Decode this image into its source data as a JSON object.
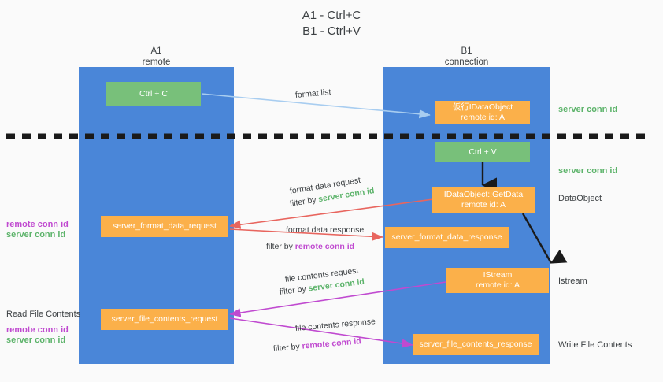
{
  "title": {
    "line1": "A1 - Ctrl+C",
    "line2": "B1 - Ctrl+V"
  },
  "colors": {
    "lane": "#4a86d8",
    "node_green": "#78c07a",
    "node_orange": "#fbb04a",
    "server_conn_id": "#5cb36a",
    "remote_conn_id": "#c04ad0",
    "arrow_light_blue": "#a8cdf0",
    "arrow_red": "#e8655e",
    "arrow_magenta": "#c04ad0",
    "arrow_black": "#1a1a1a",
    "background": "#fafafa"
  },
  "lanes": [
    {
      "name": "A1",
      "sub": "remote"
    },
    {
      "name": "B1",
      "sub": "connection"
    }
  ],
  "nodes": {
    "ctrl_c": {
      "line1": "Ctrl + C",
      "line2": ""
    },
    "idataobject_create": {
      "line1": "仮行IDataObject",
      "line2": "remote id: A"
    },
    "ctrl_v": {
      "line1": "Ctrl + V",
      "line2": ""
    },
    "getdata": {
      "line1": "IDataObject::GetData",
      "line2": "remote id: A"
    },
    "istream": {
      "line1": "IStream",
      "line2": "remote id: A"
    },
    "format_data_request": {
      "line1": "server_format_data_request",
      "line2": ""
    },
    "format_data_response": {
      "line1": "server_format_data_response",
      "line2": ""
    },
    "file_contents_request": {
      "line1": "server_file_contents_request",
      "line2": ""
    },
    "file_contents_response": {
      "line1": "server_file_contents_response",
      "line2": ""
    }
  },
  "right_labels": {
    "server_conn_id_1": "server conn id",
    "server_conn_id_2": "server conn id",
    "dataobject": "DataObject",
    "istream": "Istream",
    "write_file_contents": "Write File Contents"
  },
  "left_labels": {
    "remote_conn_id_1": "remote conn id",
    "server_conn_id_1": "server conn id",
    "read_file_contents": "Read File Contents",
    "remote_conn_id_2": "remote conn id",
    "server_conn_id_2": "server conn id"
  },
  "arrow_captions": {
    "format_list": "format list",
    "format_data_request": "format data request",
    "format_data_request_filter_prefix": "filter by ",
    "format_data_request_filter_value": "server conn id",
    "format_data_response": "format data response",
    "format_data_response_filter_prefix": "filter by ",
    "format_data_response_filter_value": "remote conn id",
    "file_contents_request": "file contents request",
    "file_contents_request_filter_prefix": "filter by ",
    "file_contents_request_filter_value": "server conn id",
    "file_contents_response": "file contents response",
    "file_contents_response_filter_prefix": "filter by ",
    "file_contents_response_filter_value": "remote conn id"
  }
}
